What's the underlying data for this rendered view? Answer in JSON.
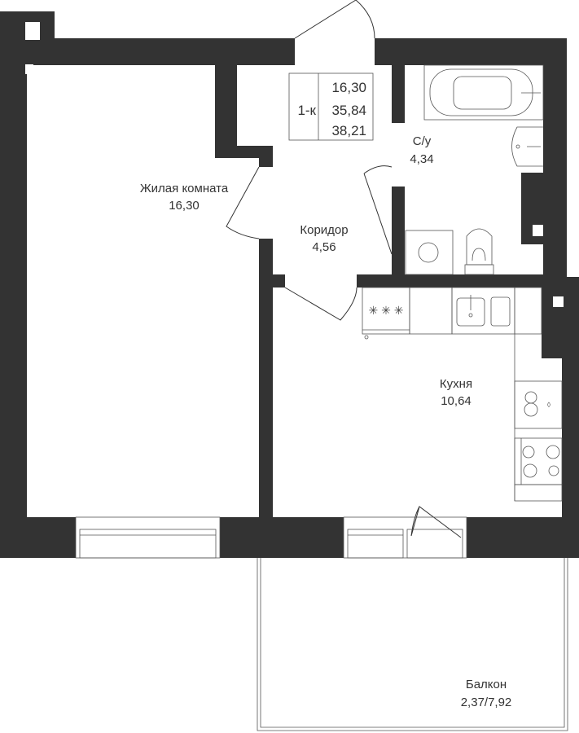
{
  "plan": {
    "wall_color": "#333333",
    "info_box": {
      "type": "1-к",
      "living_area": "16,30",
      "total_area": "35,84",
      "total_area_with_balcony": "38,21"
    },
    "rooms": [
      {
        "name": "Жилая комната",
        "area": "16,30"
      },
      {
        "name": "Коридор",
        "area": "4,56"
      },
      {
        "name": "С/у",
        "area": "4,34"
      },
      {
        "name": "Кухня",
        "area": "10,64"
      },
      {
        "name": "Балкон",
        "area": "2,37/7,92"
      }
    ]
  }
}
